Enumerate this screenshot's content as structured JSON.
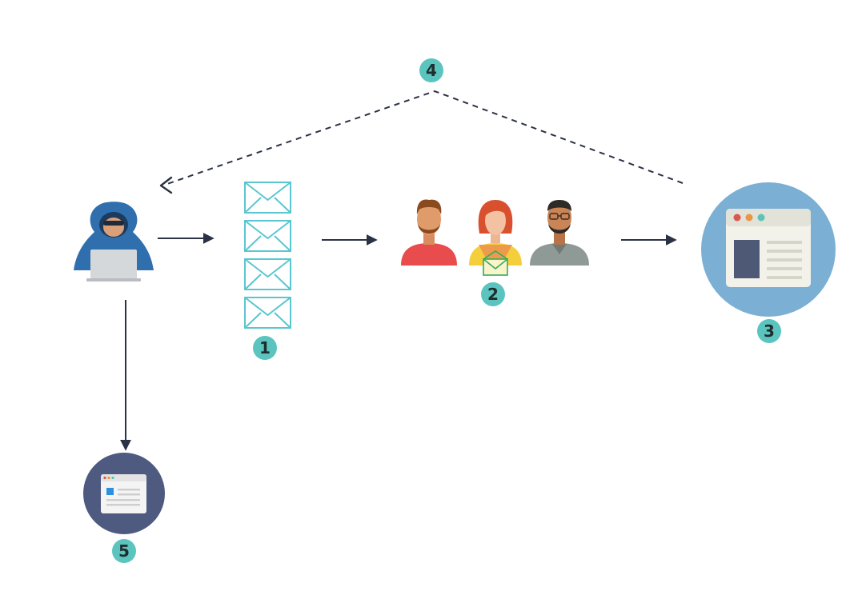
{
  "steps": [
    {
      "number": "1"
    },
    {
      "number": "2"
    },
    {
      "number": "3"
    },
    {
      "number": "4"
    },
    {
      "number": "5"
    }
  ],
  "icons": {
    "attacker": "hacker-icon",
    "emails": "envelope-icon",
    "victims": "person-icon",
    "phish_site": "browser-window-icon",
    "attacker_site": "browser-window-icon"
  },
  "colors": {
    "badge": "#5bc4bf",
    "badge_text": "#1f2d2d",
    "arrow": "#2c3245",
    "envelope": "#5bc6d0",
    "phish_site_circle": "#7bb0d4",
    "attacker_site_circle": "#4e5a80",
    "hood": "#2f6fae",
    "laptop": "#d5d8db"
  }
}
